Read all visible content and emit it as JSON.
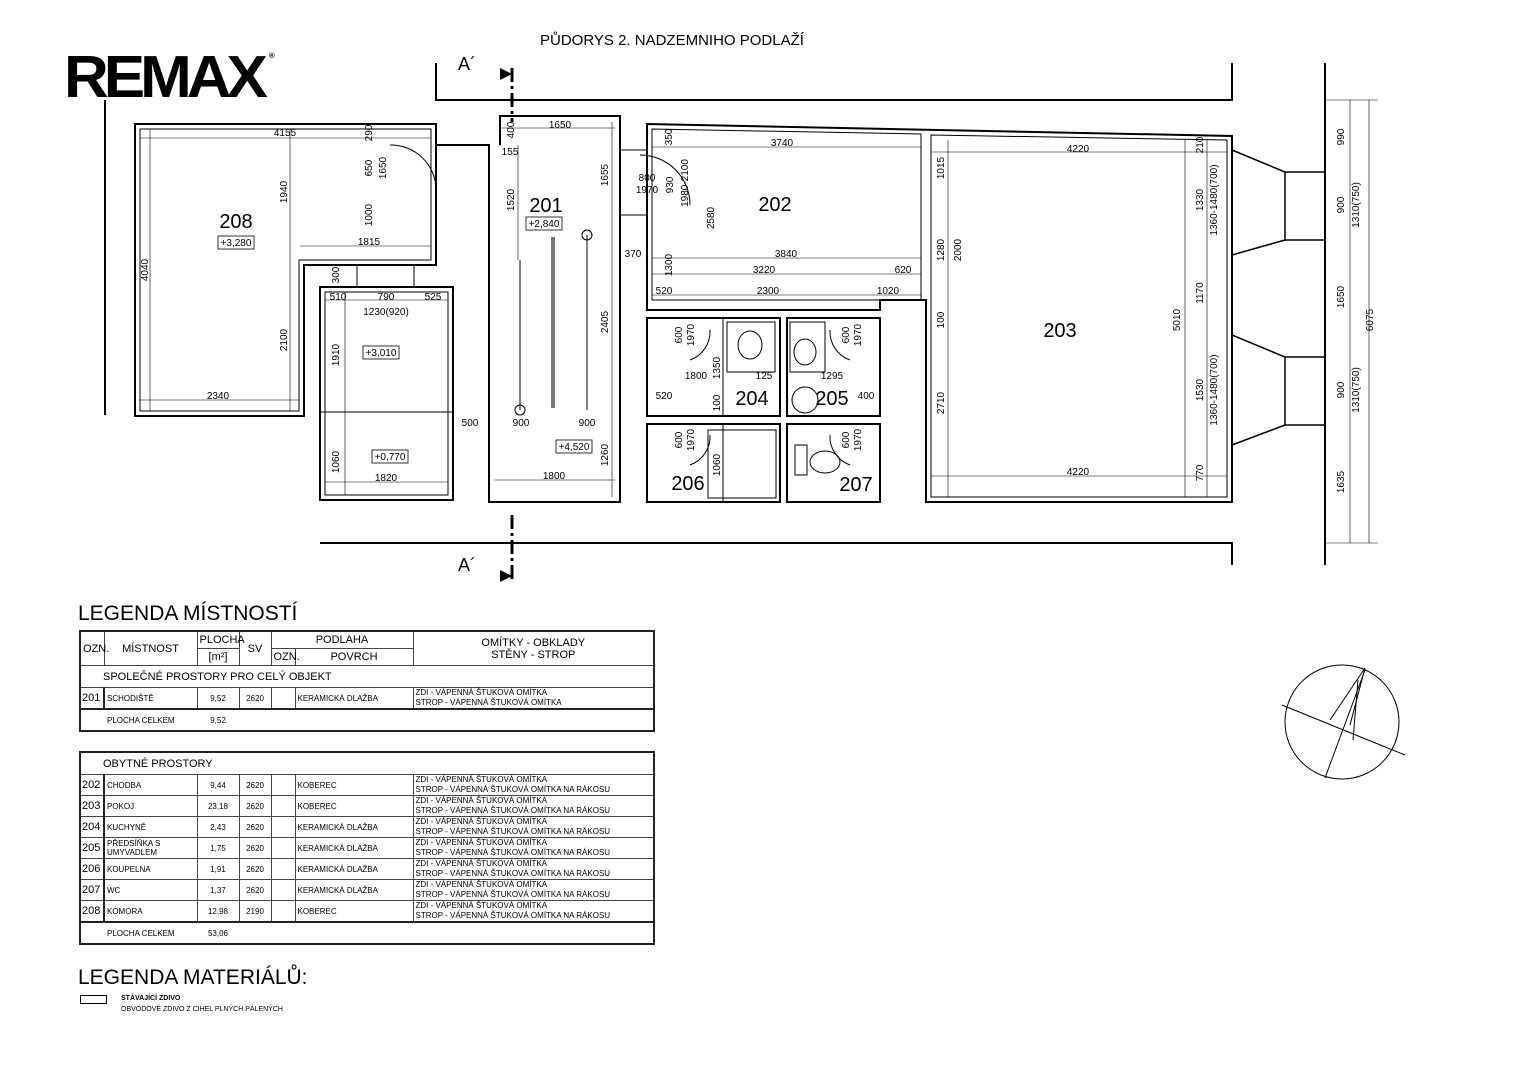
{
  "logo": "REMAX",
  "title": "PŮDORYS 2. NADZEMNIHO PODLAŽÍ",
  "section_marks": [
    "A´",
    "A´"
  ],
  "rooms": [
    {
      "id": "208",
      "level": "+3,280"
    },
    {
      "id": "201",
      "level": "+2,840"
    },
    {
      "id": "202"
    },
    {
      "id": "203"
    },
    {
      "id": "204"
    },
    {
      "id": "205"
    },
    {
      "id": "206"
    },
    {
      "id": "207"
    }
  ],
  "levels_extra": [
    "+3,010",
    "+0,770",
    "+4,520"
  ],
  "dims": [
    "4155",
    "290",
    "650",
    "1650",
    "1940",
    "1000",
    "1815",
    "4040",
    "300",
    "510",
    "790",
    "525",
    "1230(920)",
    "2100",
    "1910",
    "2340",
    "1060",
    "1820",
    "500",
    "400",
    "1650",
    "155",
    "1520",
    "1655",
    "2405",
    "900",
    "900",
    "1260",
    "1800",
    "350",
    "800",
    "1970",
    "930",
    "1980-2100",
    "3740",
    "2580",
    "370",
    "3840",
    "1300",
    "3220",
    "620",
    "520",
    "2300",
    "1020",
    "1015",
    "1280",
    "2000",
    "100",
    "2710",
    "4220",
    "4220",
    "5010",
    "210",
    "1330",
    "1360-1480(700)",
    "1170",
    "1530",
    "1360-1480(700)",
    "770",
    "990",
    "900",
    "1310(750)",
    "1650",
    "900",
    "1310(750)",
    "1635",
    "6075",
    "600",
    "1970",
    "1800",
    "1350",
    "125",
    "520",
    "100",
    "600",
    "1970",
    "1295",
    "400",
    "600",
    "1970",
    "1060",
    "600",
    "1970"
  ],
  "legend_rooms": {
    "heading": "LEGENDA MÍSTNOSTÍ",
    "columns": {
      "ozn": "OZN.",
      "mistnost": "MÍSTNOST",
      "plocha": "PLOCHA",
      "plocha_unit": "[m²]",
      "sv": "SV",
      "podlaha": "PODLAHA",
      "podlaha_ozn": "OZN.",
      "povrch": "POVRCH",
      "omitky": "OMÍTKY - OBKLADY",
      "steny": "STĚNY - STROP"
    },
    "groups": [
      {
        "title": "SPOLEČNÉ PROSTORY PRO CELÝ OBJEKT",
        "rows": [
          {
            "ozn": "201",
            "name": "SCHODIŠTĚ",
            "area": "9,52",
            "sv": "2620",
            "povrch": "KERAMICKÁ DLAŽBA",
            "walls": "ZDI - VÁPENNÁ ŠTUKOVÁ OMÍTKA",
            "ceiling": "STROP - VÁPENNÁ ŠTUKOVÁ OMÍTKA"
          }
        ],
        "total_label": "PLOCHA CELKEM",
        "total": "9,52"
      },
      {
        "title": "OBYTNÉ PROSTORY",
        "rows": [
          {
            "ozn": "202",
            "name": "CHODBA",
            "area": "9,44",
            "sv": "2620",
            "povrch": "KOBEREC",
            "walls": "ZDI - VÁPENNÁ ŠTUKOVÁ OMÍTKA",
            "ceiling": "STROP - VÁPENNÁ ŠTUKOVÁ OMÍTKA NA RÁKOSU"
          },
          {
            "ozn": "203",
            "name": "POKOJ",
            "area": "23,18",
            "sv": "2620",
            "povrch": "KOBEREC",
            "walls": "ZDI - VÁPENNÁ ŠTUKOVÁ OMÍTKA",
            "ceiling": "STROP - VÁPENNÁ ŠTUKOVÁ OMÍTKA NA RÁKOSU"
          },
          {
            "ozn": "204",
            "name": "KUCHYNĚ",
            "area": "2,43",
            "sv": "2620",
            "povrch": "KERAMICKÁ DLAŽBA",
            "walls": "ZDI - VÁPENNÁ ŠTUKOVÁ OMÍTKA",
            "ceiling": "STROP - VÁPENNÁ ŠTUKOVÁ OMÍTKA NA RÁKOSU"
          },
          {
            "ozn": "205",
            "name": "PŘEDSÍŇKA S UMYVADLEM",
            "area": "1,75",
            "sv": "2620",
            "povrch": "KERAMICKÁ DLAŽBA",
            "walls": "ZDI - VÁPENNÁ ŠTUKOVÁ OMÍTKA",
            "ceiling": "STROP - VÁPENNÁ ŠTUKOVÁ OMÍTKA NA RÁKOSU"
          },
          {
            "ozn": "206",
            "name": "KOUPELNA",
            "area": "1,91",
            "sv": "2620",
            "povrch": "KERAMICKÁ DLAŽBA",
            "walls": "ZDI - VÁPENNÁ ŠTUKOVÁ OMÍTKA",
            "ceiling": "STROP - VÁPENNÁ ŠTUKOVÁ OMÍTKA NA RÁKOSU"
          },
          {
            "ozn": "207",
            "name": "WC",
            "area": "1,37",
            "sv": "2620",
            "povrch": "KERAMICKÁ DLAŽBA",
            "walls": "ZDI - VÁPENNÁ ŠTUKOVÁ OMÍTKA",
            "ceiling": "STROP - VÁPENNÁ ŠTUKOVÁ OMÍTKA NA RÁKOSU"
          },
          {
            "ozn": "208",
            "name": "KOMORA",
            "area": "12,98",
            "sv": "2190",
            "povrch": "KOBEREC",
            "walls": "ZDI - VÁPENNÁ ŠTUKOVÁ OMÍTKA",
            "ceiling": "STROP - VÁPENNÁ ŠTUKOVÁ OMÍTKA NA RÁKOSU"
          }
        ],
        "total_label": "PLOCHA CELKEM",
        "total": "53,06"
      }
    ]
  },
  "legend_materials": {
    "heading": "LEGENDA MATERIÁLŮ:",
    "items": [
      {
        "title": "STÁVAJÍCÍ ZDIVO",
        "desc": "OBVODOVÉ ZDIVO Z CIHEL PLNÝCH PÁLENÝCH"
      }
    ]
  }
}
